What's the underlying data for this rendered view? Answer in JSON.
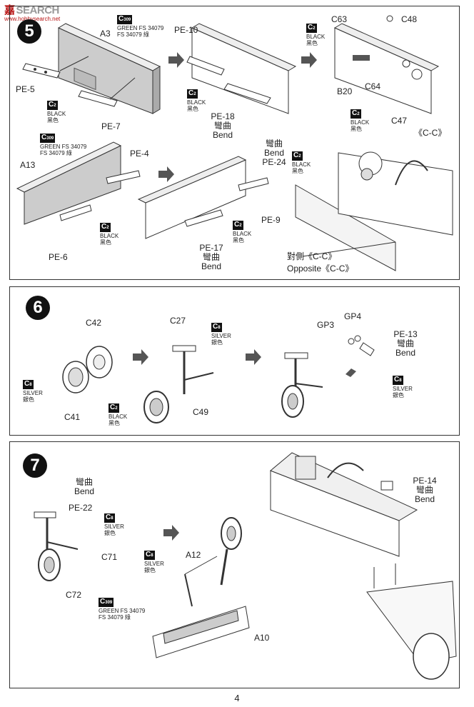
{
  "watermark": {
    "brand": "嘉",
    "site": "SEARCH",
    "url": "www.hobbysearch.net"
  },
  "steps": [
    {
      "number": "5"
    },
    {
      "number": "6"
    },
    {
      "number": "7"
    }
  ],
  "step5": {
    "a3": "A3",
    "pe5": "PE-5",
    "pe7": "PE-7",
    "pe10": "PE-10",
    "pe18": "PE-18",
    "pe18_bend_cn": "彎曲",
    "pe18_bend_en": "Bend",
    "a13": "A13",
    "pe4": "PE-4",
    "pe6": "PE-6",
    "pe24_bend_cn": "彎曲",
    "pe24_bend_en": "Bend",
    "pe24": "PE-24",
    "pe9": "PE-9",
    "pe17": "PE-17",
    "pe17_bend_cn": "彎曲",
    "pe17_bend_en": "Bend",
    "c63": "C63",
    "c48": "C48",
    "b20": "B20",
    "c64": "C64",
    "c47": "C47",
    "view": "《C-C》",
    "opp_cn": "對側《C-C》",
    "opp_en": "Opposite《C-C》"
  },
  "step6": {
    "c42": "C42",
    "c41": "C41",
    "c27": "C27",
    "c49": "C49",
    "gp3": "GP3",
    "gp4": "GP4",
    "pe13": "PE-13",
    "bend_cn": "彎曲",
    "bend_en": "Bend"
  },
  "step7": {
    "bend_cn": "彎曲",
    "bend_en": "Bend",
    "pe22": "PE-22",
    "c71": "C71",
    "c72": "C72",
    "a12": "A12",
    "a10": "A10",
    "pe14": "PE-14",
    "pe14_bend_cn": "彎曲",
    "pe14_bend_en": "Bend"
  },
  "colors": {
    "green": {
      "code": "C",
      "num": "309",
      "line1": "GREEN FS 34079",
      "line2": "FS 34079 綠"
    },
    "black": {
      "code": "C",
      "num": "2",
      "line1": "BLACK",
      "line2": "黑色"
    },
    "silver": {
      "code": "C",
      "num": "8",
      "line1": "SILVER",
      "line2": "銀色"
    }
  },
  "page_number": "4"
}
